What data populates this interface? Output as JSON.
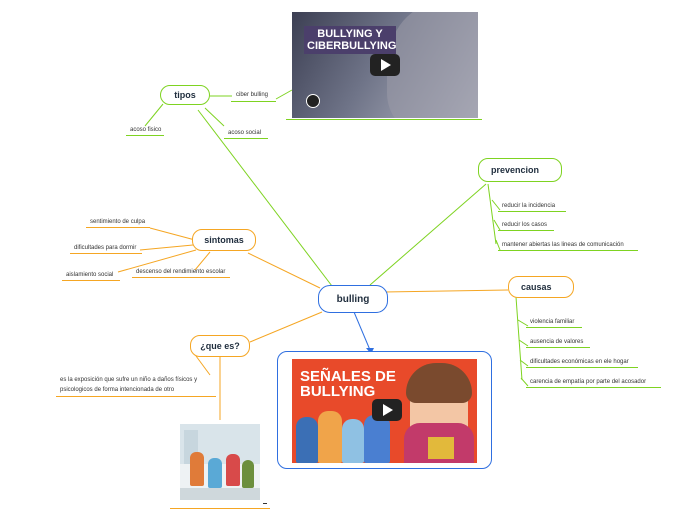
{
  "colors": {
    "green": "#7ed321",
    "orange": "#f5a623",
    "blue": "#2f6fe0",
    "text": "#1f2d3d"
  },
  "central": {
    "label": "bulling"
  },
  "tipos": {
    "label": "tipos",
    "leaves": [
      "ciber bulling",
      "acoso fisico",
      "acoso social"
    ],
    "video_title": "BULLYING Y CIBERBULLYING"
  },
  "prevencion": {
    "label": "prevencion",
    "leaves": [
      "reducir la incidencia",
      "reducir los casos",
      "mantener abiertas las lineas de comunicación"
    ]
  },
  "causas": {
    "label": "causas",
    "leaves": [
      "violencia familiar",
      "ausencia de valores",
      "dificultades económicas en ele hogar",
      "carencia de empatía por parte del acosador"
    ]
  },
  "sintomas": {
    "label": "sintomas",
    "leaves": [
      "sentimiento de culpa",
      "dificultades para dormir",
      "aislamiento social",
      "descenso del rendimiento escolar"
    ]
  },
  "quees": {
    "label": "¿que es?",
    "definition_line1": "es la exposición que sufre un niño a daños físicos y",
    "definition_line2": "psicologicos de forma intencionada de otro"
  },
  "video_senales": {
    "title_line1": "SEÑALES DE",
    "title_line2": "BULLYING"
  }
}
